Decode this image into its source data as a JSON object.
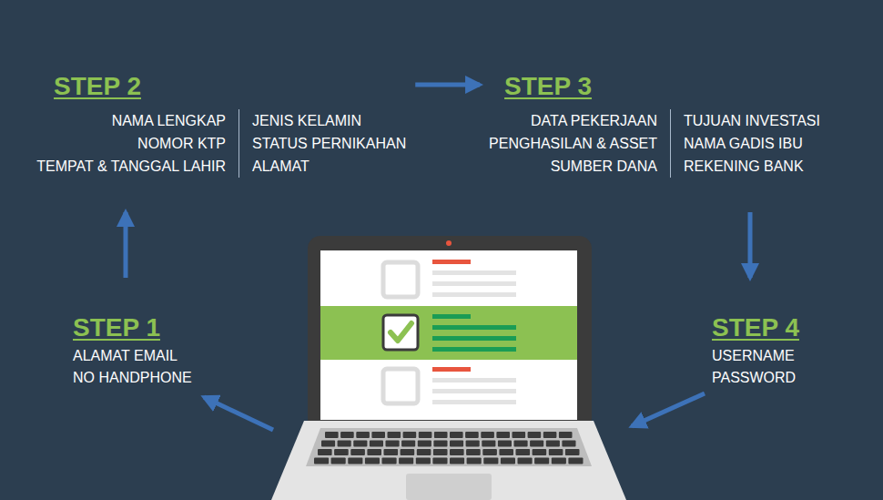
{
  "diagram": {
    "nodes": [
      {
        "text": [
          "STEP 1",
          "ALAMAT EMAIL",
          "NO HANDPHONE"
        ]
      },
      {
        "text": [
          "STEP 2",
          "NAMA LENGKAP",
          "NOMOR KTP",
          "TEMPAT & TANGGAL LAHIR",
          "JENIS KELAMIN",
          "STATUS PERNIKAHAN",
          "ALAMAT"
        ]
      },
      {
        "text": [
          "STEP 3",
          "DATA PEKERJAAN",
          "PENGHASILAN & ASSET",
          "SUMBER DANA",
          "TUJUAN INVESTASI",
          "NAMA GADIS IBU",
          "REKENING BANK"
        ]
      },
      {
        "text": [
          "STEP 4",
          "USERNAME",
          "PASSWORD"
        ]
      }
    ],
    "edges": [
      {
        "from": 0,
        "to": 1,
        "arrow": "to"
      },
      {
        "from": 1,
        "to": 2,
        "arrow": "to"
      },
      {
        "from": 2,
        "to": 3,
        "arrow": "to"
      }
    ]
  }
}
